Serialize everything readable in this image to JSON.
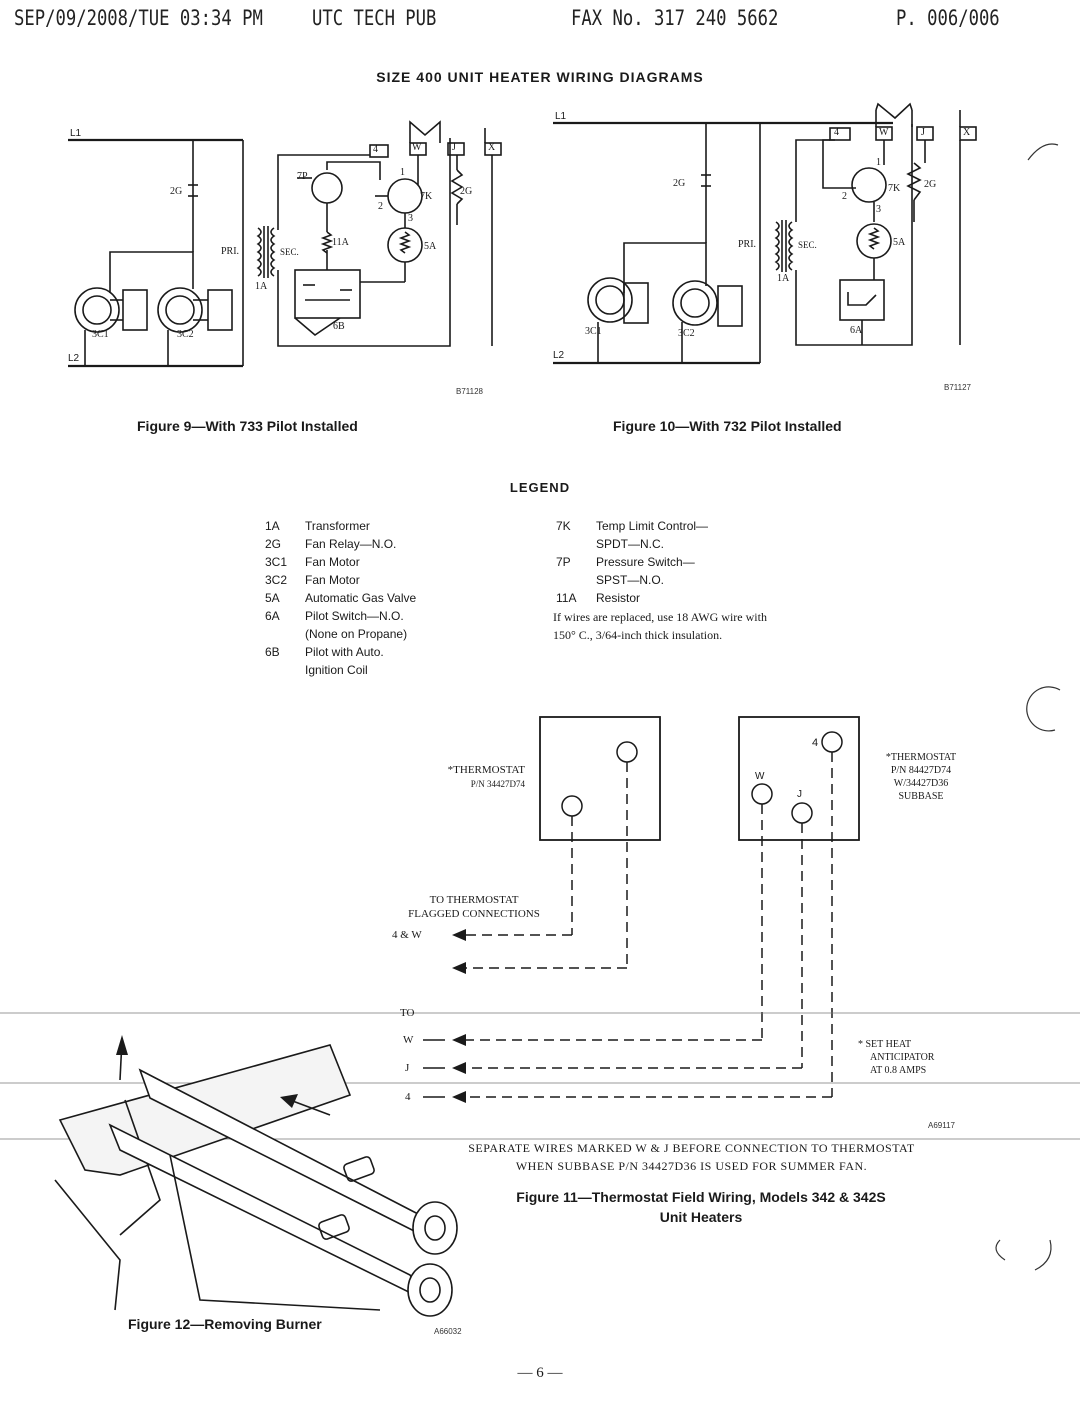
{
  "fax_header": {
    "date_time": "SEP/09/2008/TUE 03:34 PM",
    "company": "UTC TECH PUB",
    "fax_number": "FAX No. 317 240 5662",
    "page": "P. 006/006"
  },
  "title": "SIZE 400 UNIT HEATER WIRING DIAGRAMS",
  "figure9": {
    "caption": "Figure 9—With 733 Pilot Installed",
    "code": "B71128",
    "labels": {
      "l1": "L1",
      "l2": "L2",
      "t4": "4",
      "tw": "W",
      "tj": "J",
      "tx": "X",
      "c2g_left": "2G",
      "c2g_right": "2G",
      "c7p": "7P",
      "c7k": "7K",
      "n1": "1",
      "n2": "2",
      "n3": "3",
      "c11a": "11A",
      "c5a": "5A",
      "pri": "PRI.",
      "sec": "SEC.",
      "c1a": "1A",
      "c3c1": "3C1",
      "c3c2": "3C2",
      "c6b": "6B"
    }
  },
  "figure10": {
    "caption": "Figure 10—With 732 Pilot Installed",
    "code": "B71127",
    "labels": {
      "l1": "L1",
      "l2": "L2",
      "t4": "4",
      "tw": "W",
      "tj": "J",
      "tx": "X",
      "c2g_left": "2G",
      "c2g_right": "2G",
      "c7k": "7K",
      "n1": "1",
      "n2": "2",
      "n3": "3",
      "c5a": "5A",
      "pri": "PRI.",
      "sec": "SEC.",
      "c1a": "1A",
      "c3c1": "3C1",
      "c3c2": "3C2",
      "c6a": "6A"
    }
  },
  "legend": {
    "title": "LEGEND",
    "left": [
      {
        "code": "1A",
        "text": "Transformer"
      },
      {
        "code": "2G",
        "text": "Fan Relay—N.O."
      },
      {
        "code": "3C1",
        "text": "Fan Motor"
      },
      {
        "code": "3C2",
        "text": "Fan Motor"
      },
      {
        "code": "5A",
        "text": "Automatic Gas Valve"
      },
      {
        "code": "6A",
        "text": "Pilot Switch—N.O."
      },
      {
        "code": "",
        "text": "(None on Propane)"
      },
      {
        "code": "6B",
        "text": "Pilot with Auto."
      },
      {
        "code": "",
        "text": "Ignition Coil"
      }
    ],
    "right": [
      {
        "code": "7K",
        "text": "Temp Limit Control—"
      },
      {
        "code": "",
        "text": "SPDT—N.C."
      },
      {
        "code": "7P",
        "text": "Pressure Switch—"
      },
      {
        "code": "",
        "text": "SPST—N.O."
      },
      {
        "code": "11A",
        "text": "Resistor"
      }
    ],
    "note_line1": "If wires are replaced, use 18 AWG wire with",
    "note_line2": "150° C., 3/64-inch thick insulation."
  },
  "figure11": {
    "thermostat1_line1": "*THERMOSTAT",
    "thermostat1_line2": "P/N 34427D74",
    "thermostat2_line1": "*THERMOSTAT",
    "thermostat2_line2": "P/N 84427D74",
    "thermostat2_line3": "W/34427D36",
    "thermostat2_line4": "SUBBASE",
    "sub_w": "W",
    "sub_j": "J",
    "sub_4": "4",
    "flagged_line1": "TO THERMOSTAT",
    "flagged_line2": "FLAGGED CONNECTIONS",
    "flagged_line3": "4 & W",
    "to": "TO",
    "lead_w": "W",
    "lead_j": "J",
    "lead_4": "4",
    "anticipator_line1": "* SET HEAT",
    "anticipator_line2": "ANTICIPATOR",
    "anticipator_line3": "AT 0.8 AMPS",
    "code": "A69117",
    "separate_line1": "SEPARATE WIRES MARKED W & J BEFORE CONNECTION TO THERMOSTAT",
    "separate_line2": "WHEN SUBBASE P/N 34427D36 IS USED FOR SUMMER FAN.",
    "caption_line1": "Figure 11—Thermostat Field Wiring, Models 342 & 342S",
    "caption_line2": "Unit Heaters"
  },
  "figure12": {
    "caption": "Figure 12—Removing Burner",
    "code": "A66032"
  },
  "page_number": "— 6 —"
}
